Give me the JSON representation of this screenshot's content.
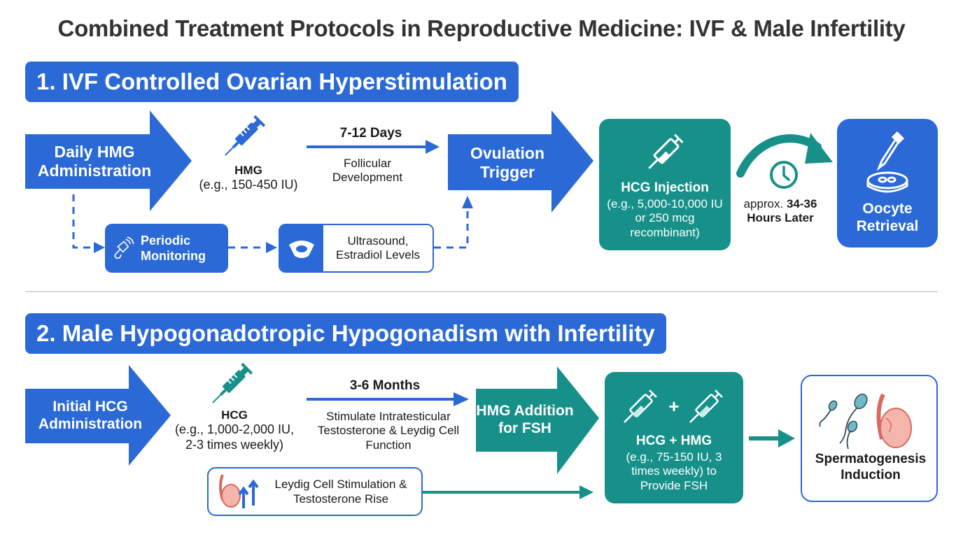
{
  "title": "Combined Treatment Protocols in Reproductive Medicine: IVF & Male Infertility",
  "colors": {
    "blue": "#2a69d6",
    "teal": "#17908a",
    "title_gray": "#333333",
    "divider": "#d7d7d7",
    "testis_pink": "#f4b6ac",
    "sperm_blue": "#6fb9c9"
  },
  "section1": {
    "header": "1. IVF Controlled Ovarian Hyperstimulation",
    "start_arrow": "Daily HMG Administration",
    "drug": {
      "name": "HMG",
      "dose": "(e.g., 150-450 IU)",
      "icon": "syringe-icon"
    },
    "duration": {
      "label": "7-12 Days",
      "desc": "Follicular Development"
    },
    "trigger_arrow": "Ovulation Trigger",
    "hcg_box": {
      "title": "HCG Injection",
      "dose": "(e.g., 5,000-10,000 IU or 250 mcg recombinant)",
      "icon": "syringe-icon"
    },
    "timing": {
      "prefix": "approx.",
      "value": "34-36",
      "suffix": "Hours Later",
      "icon": "clock-icon"
    },
    "retrieval_box": {
      "title": "Oocyte Retrieval",
      "icon": "pipette-petri-dish-icon"
    },
    "monitoring_box": {
      "label": "Periodic Monitoring",
      "icon": "ultrasound-probe-icon"
    },
    "ultrasound_box": {
      "label": "Ultrasound, Estradiol Levels",
      "icon": "ultrasound-scan-icon"
    }
  },
  "section2": {
    "header": "2. Male Hypogonadotropic Hypogonadism with Infertility",
    "start_arrow": "Initial HCG Administration",
    "drug": {
      "name": "HCG",
      "dose": "(e.g., 1,000-2,000 IU, 2-3 times weekly)",
      "icon": "syringe-icon"
    },
    "duration": {
      "label": "3-6 Months",
      "desc": "Stimulate Intratesticular Testosterone & Leydig Cell Function"
    },
    "hmg_arrow": "HMG Addition for FSH",
    "combo_box": {
      "title": "HCG + HMG",
      "dose": "(e.g., 75-150 IU, 3 times weekly) to Provide FSH",
      "plus": "+",
      "icon": "two-syringes-icon"
    },
    "leydig_box": {
      "label": "Leydig Cell Stimulation & Testosterone Rise",
      "icon": "testis-up-arrows-icon"
    },
    "outcome_box": {
      "title": "Spermatogenesis Induction",
      "icon": "sperm-testis-icon"
    }
  }
}
